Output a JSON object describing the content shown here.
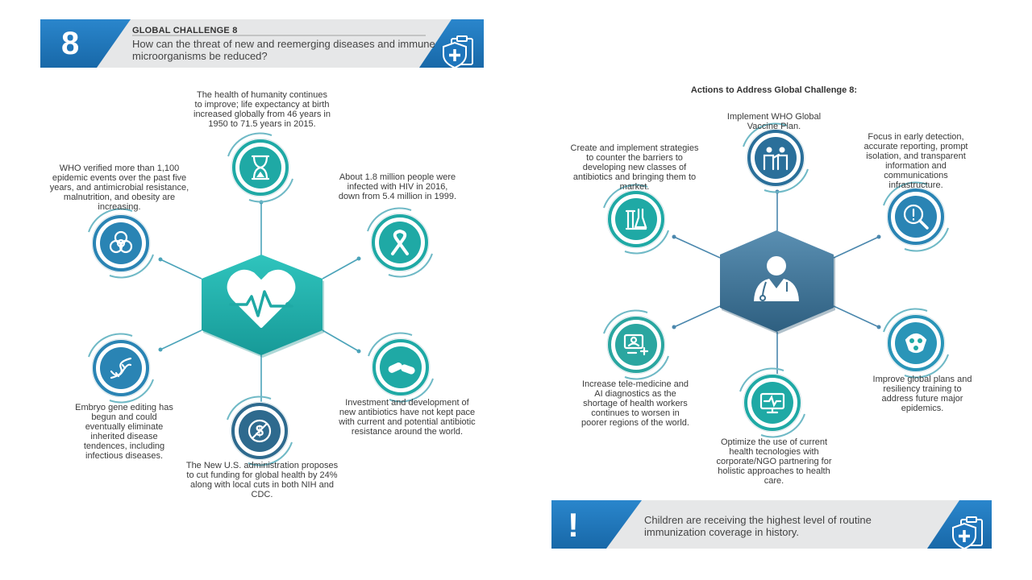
{
  "header": {
    "number": "8",
    "title": "GLOBAL CHALLENGE 8",
    "question": "How can the threat of new and reemerging diseases and immune microorganisms be reduced?",
    "icon": "shield-medical-clipboard-icon"
  },
  "left": {
    "center_icon": "heart-pulse-icon",
    "nodes": [
      {
        "icon": "hourglass-icon",
        "text": "The health of humanity continues to improve; life expectancy at birth increased globally from 46 years in 1950 to 71.5 years in 2015."
      },
      {
        "icon": "ribbon-icon",
        "text": "About 1.8 million people were infected with HIV in 2016, down from 5.4 million in 1999."
      },
      {
        "icon": "pills-icon",
        "text": "Investment and development of new antibiotics have not kept pace with current and potential antibiotic resistance around the world."
      },
      {
        "icon": "no-dollar-icon",
        "text": "The New U.S. administration proposes to cut funding for global health by 24% along with local cuts in both NIH and CDC."
      },
      {
        "icon": "dna-icon",
        "text": "Embryo gene editing has begun and could eventually eliminate inherited disease tendences, including infectious diseases."
      },
      {
        "icon": "biohazard-icon",
        "text": "WHO verified more than 1,100 epidemic events over the past five years, and antimicrobial resistance, malnutrition, and obesity are increasing."
      }
    ]
  },
  "right": {
    "title": "Actions to Address Global Challenge 8:",
    "center_icon": "doctor-icon",
    "nodes": [
      {
        "icon": "vaccine-people-icon",
        "text": "Implement WHO Global Vaccine Plan."
      },
      {
        "icon": "magnifier-alert-icon",
        "text": "Focus in early detection, accurate reporting, prompt isolation, and transparent information and communications infrastructure."
      },
      {
        "icon": "gas-mask-icon",
        "text": "Improve global plans and resiliency training to address future major epidemics."
      },
      {
        "icon": "health-monitor-icon",
        "text": "Optimize the use of current health tecnologies with corporate/NGO partnering for holistic approaches to health care."
      },
      {
        "icon": "telemedicine-icon",
        "text": "Increase tele-medicine and AI diagnostics as the shortage of health workers continues to worsen in poorer regions of the world."
      },
      {
        "icon": "lab-flasks-icon",
        "text": "Create and implement strategies to counter the barriers to developing new classes of antibiotics and bringing them to market."
      }
    ]
  },
  "footer": {
    "symbol": "!",
    "text": "Children are receiving the highest level of routine immunization coverage in history.",
    "icon": "shield-medical-clipboard-icon"
  },
  "colors": {
    "blue": "#1e75bc",
    "banner_gray": "#e6e7e8",
    "teal": "#1fa9a5",
    "teal_light": "#27c2b8",
    "steel": "#3c6f8f",
    "steel_light": "#5d93b5",
    "line": "#4ba3b9"
  }
}
